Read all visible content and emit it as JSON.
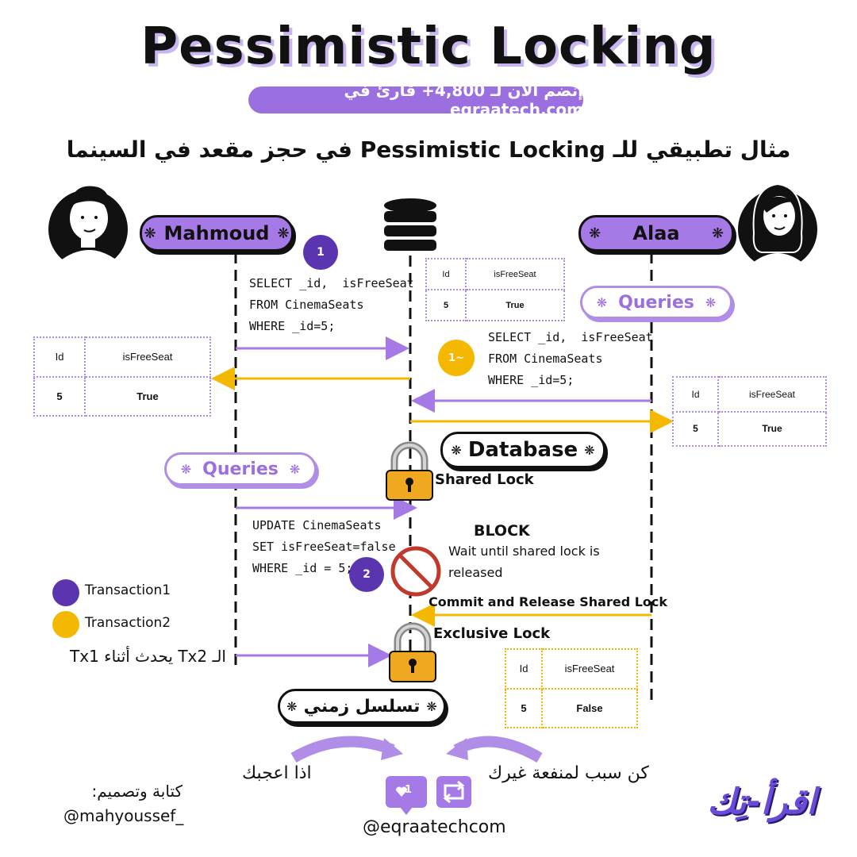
{
  "title": "Pessimistic Locking",
  "promo": "إنضم الآن لـ 4,800+ قارئ في eqraatech.com",
  "subtitle": "مثال تطبيقي للـ Pessimistic Locking في حجز مقعد في السينما",
  "actors": {
    "left": "Mahmoud",
    "right": "Alaa"
  },
  "labels": {
    "queries_right": "Queries",
    "queries_left": "Queries",
    "database": "Database",
    "shared_lock": "Shared Lock",
    "exclusive_lock": "Exclusive Lock",
    "block": "BLOCK",
    "wait_line1": "Wait until shared lock is",
    "wait_line2": "released",
    "commit": "Commit and Release Shared Lock",
    "timeline": "تسلسل زمني",
    "tx2_during": "الـ Tx2 يحدث أثناء Tx1"
  },
  "steps": {
    "s1": "1",
    "s1b": "1~",
    "s2": "2"
  },
  "queries": {
    "select_tx1": [
      "SELECT _id,  isFreeSeat",
      "FROM CinemaSeats",
      "WHERE _id=5;"
    ],
    "select_tx2": [
      "SELECT _id,  isFreeSeat",
      "FROM CinemaSeats",
      "WHERE _id=5;"
    ],
    "update_tx1": [
      "UPDATE CinemaSeats",
      "SET isFreeSeat=false",
      "WHERE _id = 5;"
    ]
  },
  "tables": {
    "db_top": {
      "headers": [
        "Id",
        "isFreeSeat"
      ],
      "row": [
        "5",
        "True"
      ]
    },
    "left_result": {
      "headers": [
        "Id",
        "isFreeSeat"
      ],
      "row": [
        "5",
        "True"
      ]
    },
    "right_result": {
      "headers": [
        "Id",
        "isFreeSeat"
      ],
      "row": [
        "5",
        "True"
      ]
    },
    "final": {
      "headers": [
        "Id",
        "isFreeSeat"
      ],
      "row": [
        "5",
        "False"
      ]
    }
  },
  "legend": [
    {
      "label": "Transaction1",
      "color": "#5b35b0"
    },
    {
      "label": "Transaction2",
      "color": "#f5b800"
    }
  ],
  "footer": {
    "author_label": "كتابة وتصميم:",
    "author_handle": "@mahyoussef_",
    "like_text": "اذا اعجبك",
    "share_text": "كن سبب لمنفعة غيرك",
    "like_count": "1",
    "handle": "@eqraatechcom",
    "logo": "اقرأ-تِك"
  },
  "colors": {
    "purple": "#a67ae6",
    "tx1": "#5b35b0",
    "tx2": "#f5b800",
    "lock": "#f0a820",
    "block": "#c0392b"
  }
}
